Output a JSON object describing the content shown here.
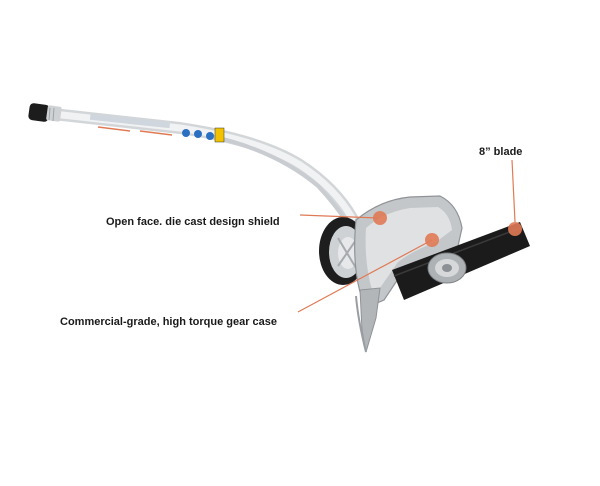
{
  "callouts": {
    "blade": "8” blade",
    "shield": "Open face. die cast design shield",
    "gear_case": "Commercial-grade, high torque gear case"
  },
  "colors": {
    "marker": "#e07a55",
    "line": "#e07a55",
    "blade": "#1b1b1b",
    "metal": "#b9bcbf",
    "shaft": "#e4e6e8",
    "text": "#1a1a1a"
  }
}
